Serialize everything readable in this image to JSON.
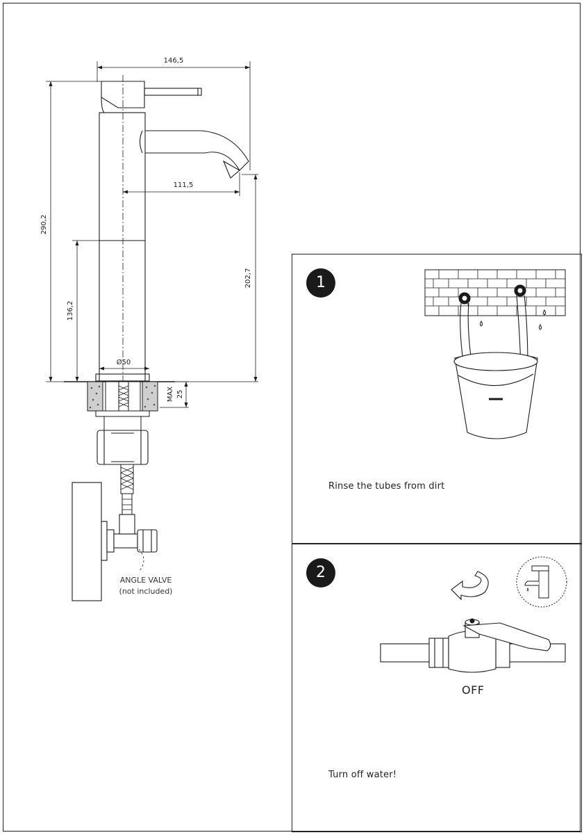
{
  "dimensions": {
    "overall_width": "146,5",
    "overall_height": "290,2",
    "spout_reach": "111,5",
    "spout_height": "202,7",
    "lower_body_height": "136,2",
    "base_diameter": "Ø50",
    "max_counter_thickness_label": "MAX",
    "max_counter_thickness_value": "25"
  },
  "angle_valve_note": {
    "line1": "ANGLE VALVE",
    "line2": "(not included)"
  },
  "steps": [
    {
      "number": "1",
      "text": "Rinse the tubes from dirt"
    },
    {
      "number": "2",
      "text": "Turn off water!",
      "state_label": "OFF"
    }
  ],
  "icons": [
    "wall-brick-icon",
    "bucket-icon",
    "rotate-arrow-icon",
    "faucet-icon",
    "ball-valve-icon"
  ]
}
